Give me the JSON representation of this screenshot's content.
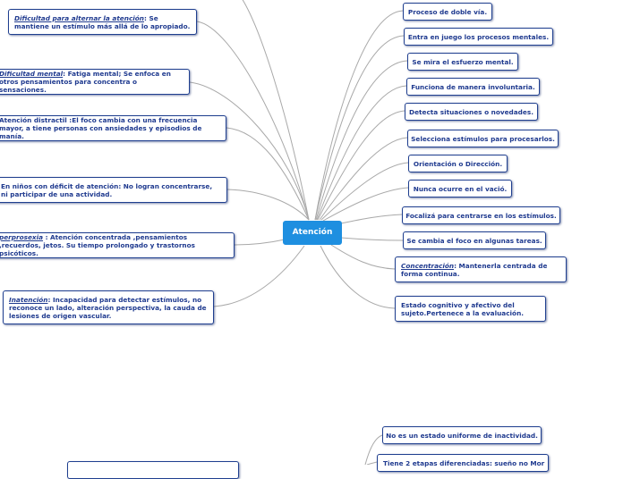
{
  "center": "Atención",
  "left_nodes": [
    {
      "id": "l1",
      "term": "Dificultad para alternar la atención",
      "rest": ": Se mantiene un estímulo más allá de lo apropiado."
    },
    {
      "id": "l2",
      "term": "Dificultad mental",
      "rest": ": Fatiga mental; Se enfoca en otros pensamientos para concentra o sensaciones."
    },
    {
      "id": "l3",
      "term": "",
      "rest": "Atención distractil :El foco cambia con una frecuencia mayor, a tiene personas con ansiedades y episodios de manía."
    },
    {
      "id": "l4",
      "term": "",
      "rest": "En niños con déficit de atención: No logran concentrarse, ni participar de una actividad."
    },
    {
      "id": "l5",
      "term": "perprosexia",
      "rest": " : Atención concentrada ,pensamientos ,recuerdos, jetos. Su tiempo prolongado  y trastornos psicóticos."
    },
    {
      "id": "l6",
      "term": "Inatención",
      "rest": ": Incapacidad para detectar estímulos, no reconoce un lado, alteración perspectiva, la cauda de lesiones de origen vascular."
    }
  ],
  "right_nodes": [
    {
      "id": "r1",
      "term": "",
      "rest": "Proceso de doble vía."
    },
    {
      "id": "r2",
      "term": "",
      "rest": "Entra en juego los procesos mentales."
    },
    {
      "id": "r3",
      "term": "",
      "rest": "Se mira el esfuerzo mental."
    },
    {
      "id": "r4",
      "term": "",
      "rest": "Funciona de manera involuntaria."
    },
    {
      "id": "r5",
      "term": "",
      "rest": "Detecta situaciones o novedades."
    },
    {
      "id": "r6",
      "term": "",
      "rest": "Selecciona estímulos para procesarlos."
    },
    {
      "id": "r7",
      "term": "",
      "rest": "Orientación o Dirección."
    },
    {
      "id": "r8",
      "term": "",
      "rest": "Nunca ocurre en el vació."
    },
    {
      "id": "r9",
      "term": "",
      "rest": "Focalizá para centrarse en los estímulos."
    },
    {
      "id": "r10",
      "term": "",
      "rest": "Se cambia el foco en algunas tareas."
    },
    {
      "id": "r11",
      "term": "Concentración",
      "rest": ": Mantenerla centrada de forma continua."
    },
    {
      "id": "r12",
      "term": "",
      "rest": "Estado cognitivo y afectivo del sujeto.Pertenece a la evaluación."
    }
  ],
  "bottom_nodes": [
    {
      "id": "b1",
      "term": "",
      "rest": "No es un estado uniforme de inactividad."
    },
    {
      "id": "b2",
      "term": "",
      "rest": "Tiene 2 etapas diferenciadas: sueño no Mor"
    }
  ],
  "colors": {
    "link": "#a9a9a9",
    "node_border": "#1f3f8f",
    "node_text": "#1f3a8f",
    "center_fill": "#1e8fe0"
  }
}
